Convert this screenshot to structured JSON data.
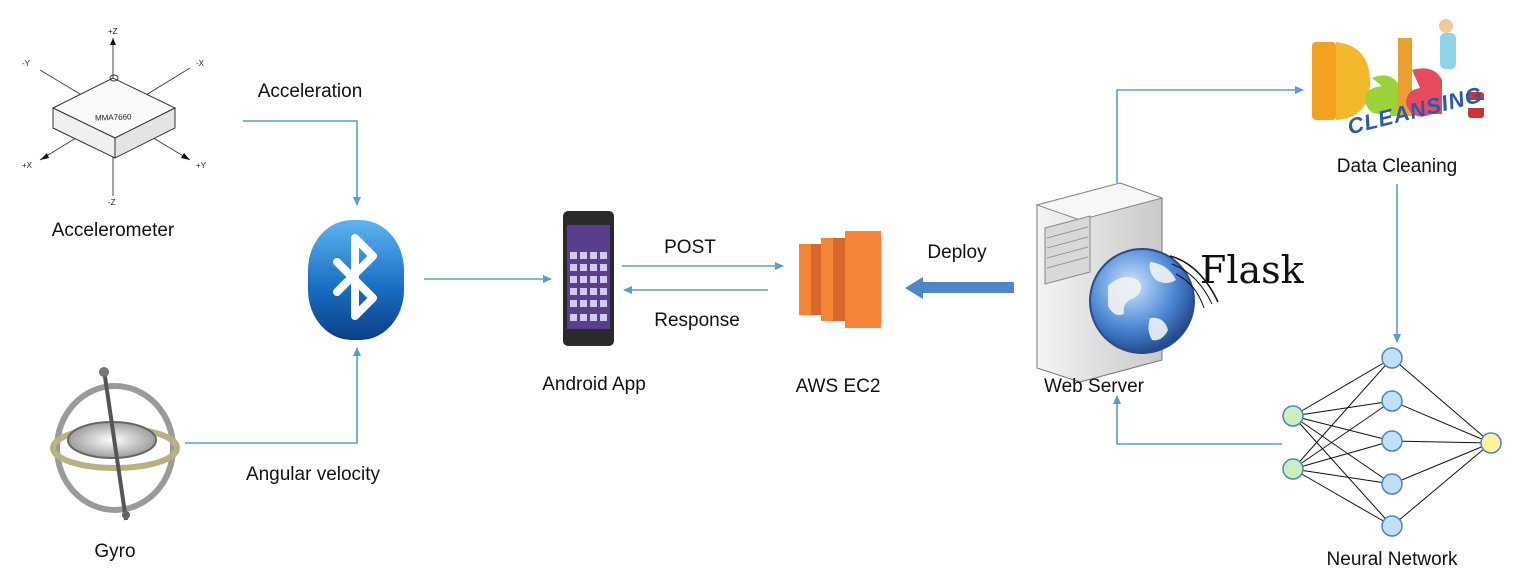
{
  "nodes": {
    "accelerometer": {
      "label": "Accelerometer",
      "chip_label": "MMA7660",
      "axes": {
        "pz": "+Z",
        "nz": "-Z",
        "ny": "-Y",
        "nx": "-X",
        "px": "+X",
        "py": "+Y"
      }
    },
    "gyro": {
      "label": "Gyro"
    },
    "bluetooth": {
      "icon": "bluetooth-icon"
    },
    "android_app": {
      "label": "Android App"
    },
    "aws_ec2": {
      "label": "AWS EC2"
    },
    "web_server": {
      "label": "Web Server",
      "framework": "Flask"
    },
    "data_cleaning": {
      "label": "Data Cleaning",
      "logo_text_1": "Data",
      "logo_text_2": "CLEANSING"
    },
    "neural_network": {
      "label": "Neural Network"
    }
  },
  "edges": {
    "acceleration": "Acceleration",
    "angular_velocity": "Angular velocity",
    "post": "POST",
    "response": "Response",
    "deploy": "Deploy"
  },
  "colors": {
    "arrow": "#5b9bd5",
    "aws_orange": "#f58536",
    "bluetooth_blue": "#1e73c8",
    "nn_blue": "#bfe0f5",
    "nn_green": "#c8f0c0",
    "nn_yellow": "#fff3a0"
  }
}
